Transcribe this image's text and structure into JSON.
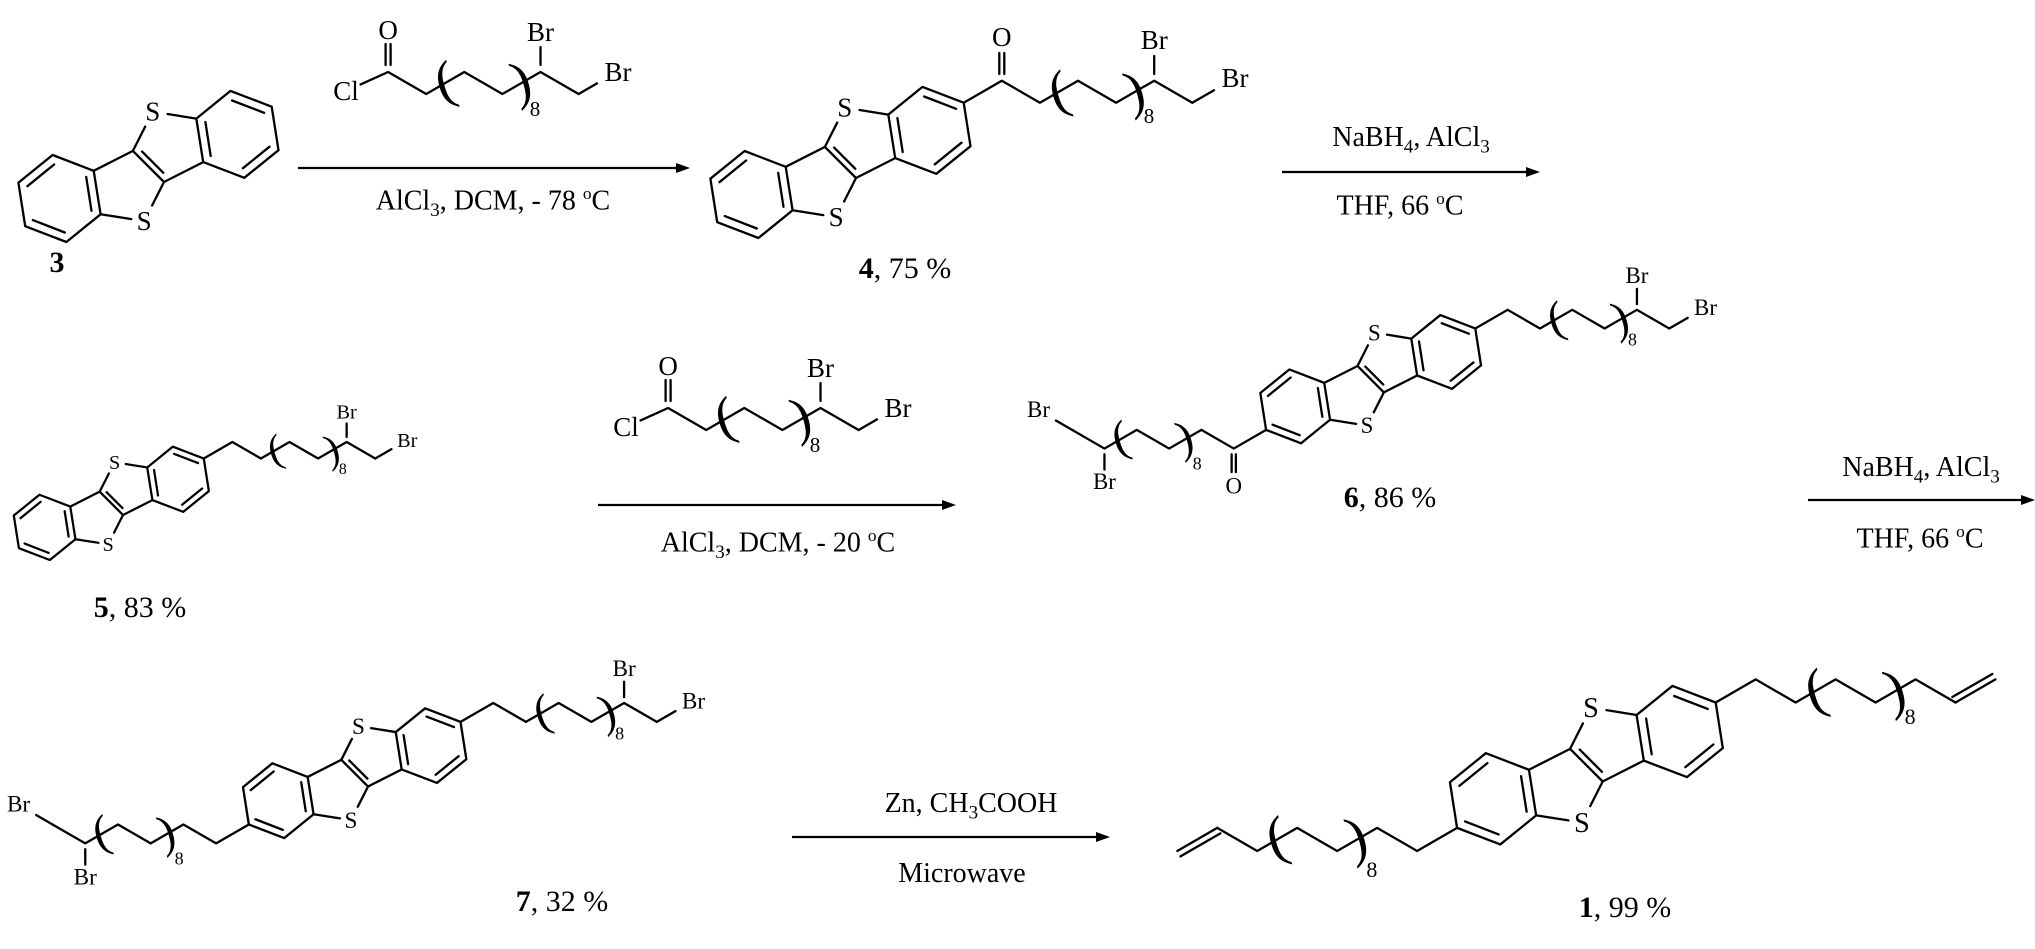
{
  "scheme": {
    "captions": {
      "s3": {
        "num": "3",
        "rest": ""
      },
      "s4": {
        "num": "4",
        "rest": ", 75 %"
      },
      "s5": {
        "num": "5",
        "rest": ", 83 %"
      },
      "s6": {
        "num": "6",
        "rest": ", 86 %"
      },
      "s7": {
        "num": "7",
        "rest": ", 32 %"
      },
      "s1": {
        "num": "1",
        "rest": ", 99 %"
      }
    },
    "atoms": {
      "s3": {
        "s_top": "S",
        "s_bottom": "S"
      },
      "s4": {
        "s_top": "S",
        "s_bottom": "S",
        "o": "O",
        "br_mid": "Br",
        "br_end": "Br",
        "repeat": "8"
      },
      "s5": {
        "s_top": "S",
        "s_bottom": "S",
        "br_mid": "Br",
        "br_end": "Br",
        "repeat": "8"
      },
      "s6": {
        "s_top": "S",
        "s_bottom": "S",
        "r_br_mid": "Br",
        "r_br_end": "Br",
        "r_repeat": "8",
        "l_o": "O",
        "l_br_mid": "Br",
        "l_br_end": "Br",
        "l_repeat": "8"
      },
      "s7": {
        "s_top": "S",
        "s_bottom": "S",
        "r_br_mid": "Br",
        "r_br_end": "Br",
        "r_repeat": "8",
        "l_br_mid": "Br",
        "l_br_end": "Br",
        "l_repeat": "8"
      },
      "s1": {
        "s_top": "S",
        "s_bottom": "S",
        "r_repeat": "8",
        "l_repeat": "8"
      },
      "reagent1": {
        "cl": "Cl",
        "o": "O",
        "br_mid": "Br",
        "br_end": "Br",
        "repeat": "8"
      },
      "reagent2": {
        "cl": "Cl",
        "o": "O",
        "br_mid": "Br",
        "br_end": "Br",
        "repeat": "8"
      }
    },
    "conditions": {
      "a1_below": {
        "t1": "AlCl",
        "sub1": "3",
        "t2": ", DCM, - 78 ",
        "sup1": "o",
        "t3": "C"
      },
      "a2_above": {
        "t1": "NaBH",
        "sub1": "4",
        "t2": ", AlCl",
        "sub2": "3"
      },
      "a2_below": {
        "t1": "THF, 66 ",
        "sup1": "o",
        "t2": "C"
      },
      "a3_below": {
        "t1": "AlCl",
        "sub1": "3",
        "t2": ", DCM, - 20 ",
        "sup1": "o",
        "t3": "C"
      },
      "a4_above": {
        "t1": "NaBH",
        "sub1": "4",
        "t2": ", AlCl",
        "sub2": "3"
      },
      "a4_below": {
        "t1": "THF, 66 ",
        "sup1": "o",
        "t2": "C"
      },
      "a5_above": {
        "t1": "Zn, CH",
        "sub1": "3",
        "t2": "COOH"
      },
      "a5_below": {
        "t1": "Microwave"
      }
    },
    "parens": {
      "open": "(",
      "close": ")"
    }
  }
}
